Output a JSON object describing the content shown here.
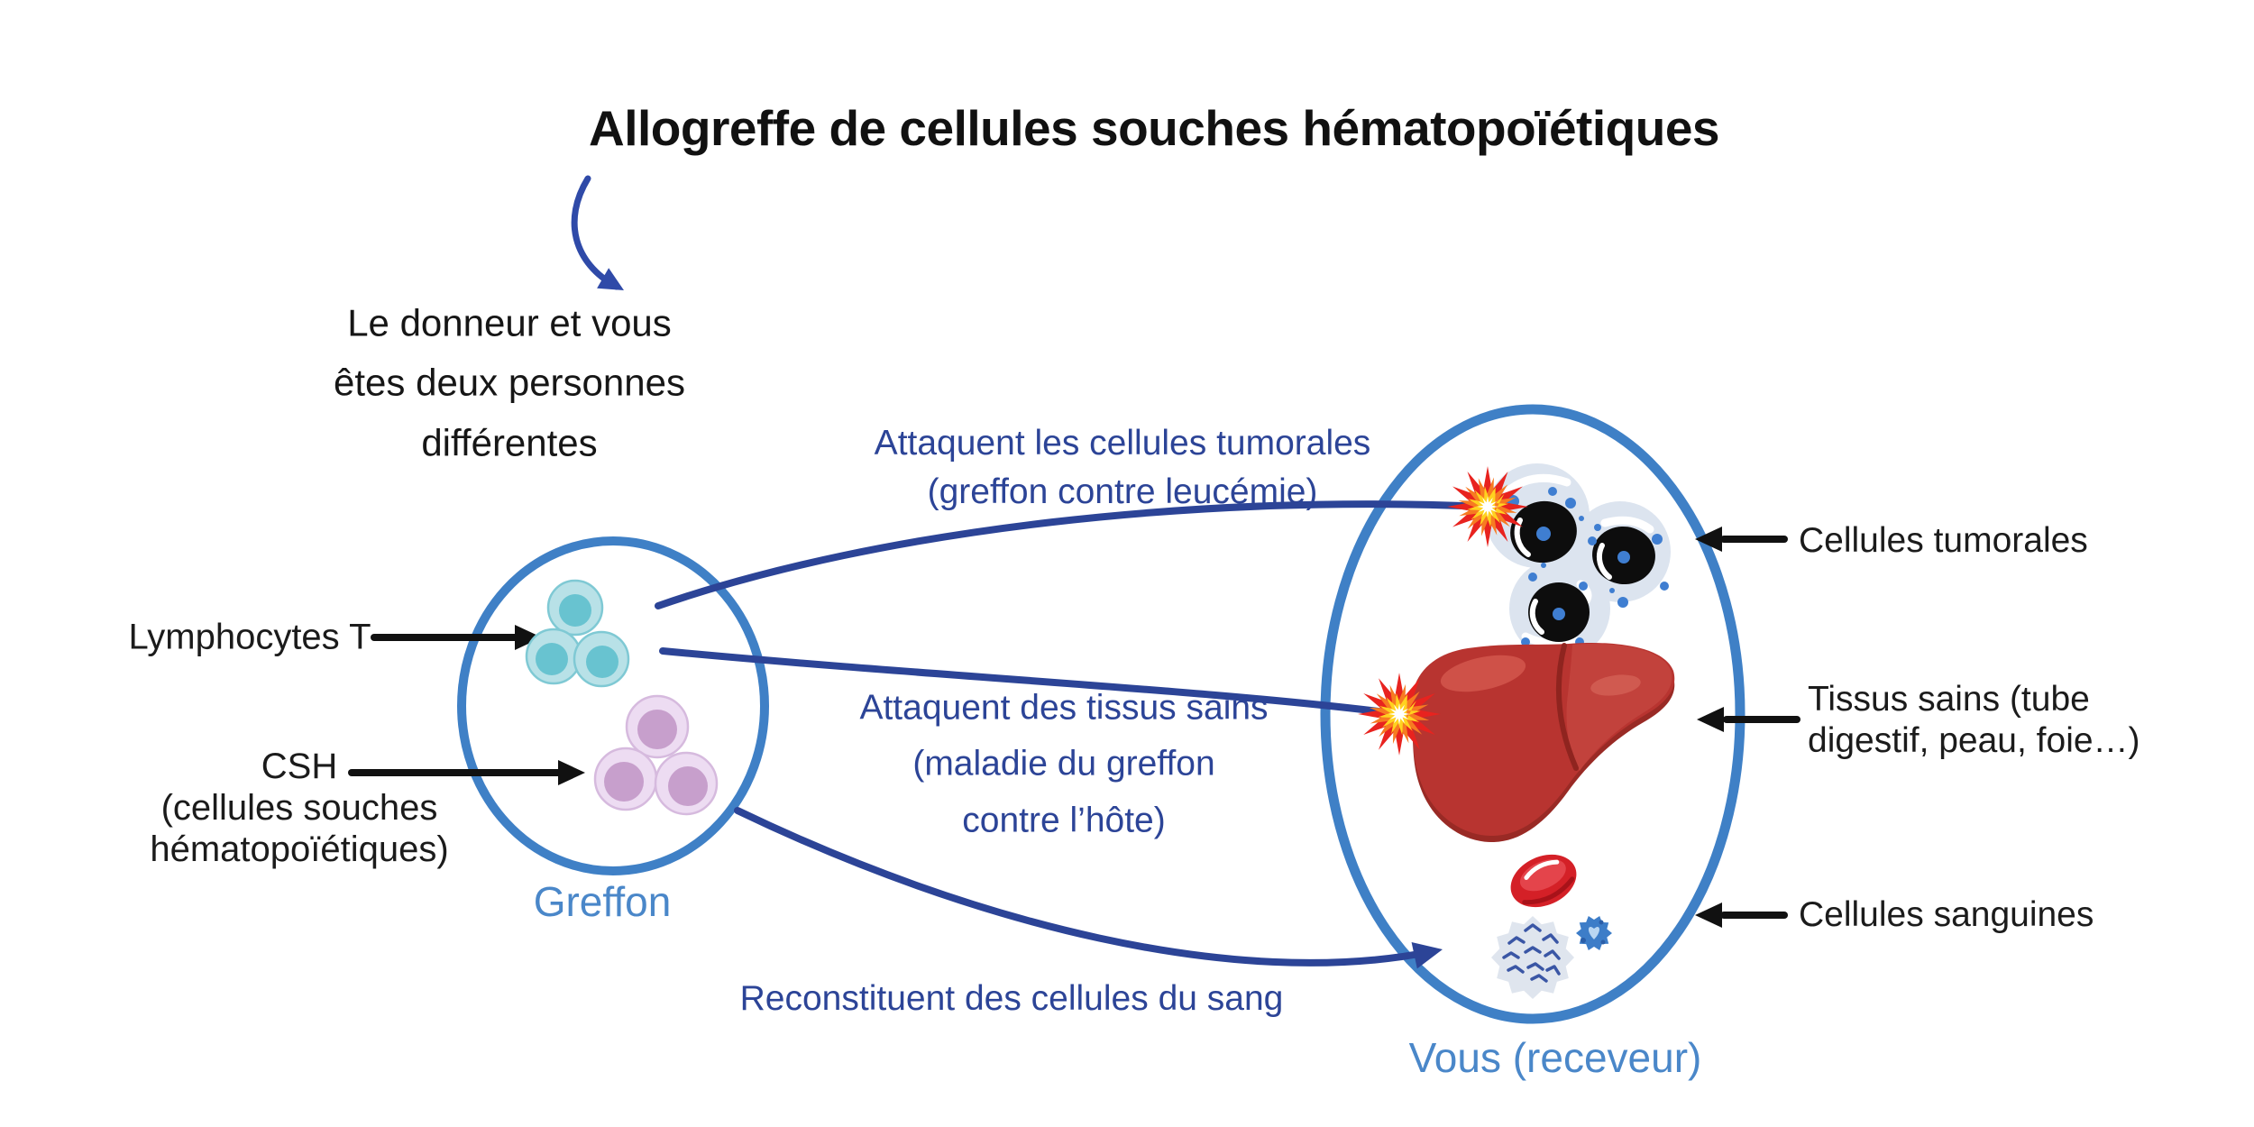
{
  "title": "Allogreffe de cellules souches hématopoïétiques",
  "donor_note": {
    "lines": [
      "Le donneur et vous",
      "êtes deux personnes",
      "différentes"
    ]
  },
  "graft": {
    "label": "Greffon",
    "lymphocytes_label": "Lymphocytes T",
    "csh_lines": [
      "CSH",
      "(cellules souches",
      "hématopoïétiques)"
    ]
  },
  "recipient": {
    "label": "Vous (receveur)",
    "tumor_label": "Cellules tumorales",
    "healthy_lines": [
      "Tissus sains (tube",
      "digestif, peau, foie…)"
    ],
    "blood_label": "Cellules sanguines"
  },
  "actions": {
    "attack_tumor_lines": [
      "Attaquent les cellules tumorales",
      "(greffon contre leucémie)"
    ],
    "attack_healthy_lines": [
      "Attaquent des tissus sains",
      "(maladie du greffon",
      "contre l’hôte)"
    ],
    "rebuild_blood": "Reconstituent des cellules du sang"
  },
  "colors": {
    "navy": "#2c4497",
    "outline_blue": "#3f80c6",
    "label_blue": "#4a87c9",
    "text_black": "#1b1b1b",
    "teal_cell": "#b8e1e7",
    "teal_nucleus": "#68c3d0",
    "purple_cell": "#eddcf2",
    "purple_nucleus": "#c79fcc",
    "tumor_halo": "#dce4ef",
    "tumor_cell_black": "#0d0d0d",
    "dot_blue": "#3f7ed1",
    "liver_red": "#b83430",
    "liver_dark": "#992a25",
    "liver_light": "#cf5148",
    "rbc_red": "#d42027",
    "explosion_red": "#e8231f",
    "explosion_orange": "#f77b21",
    "explosion_yellow": "#ffd21f",
    "background": "#ffffff"
  }
}
